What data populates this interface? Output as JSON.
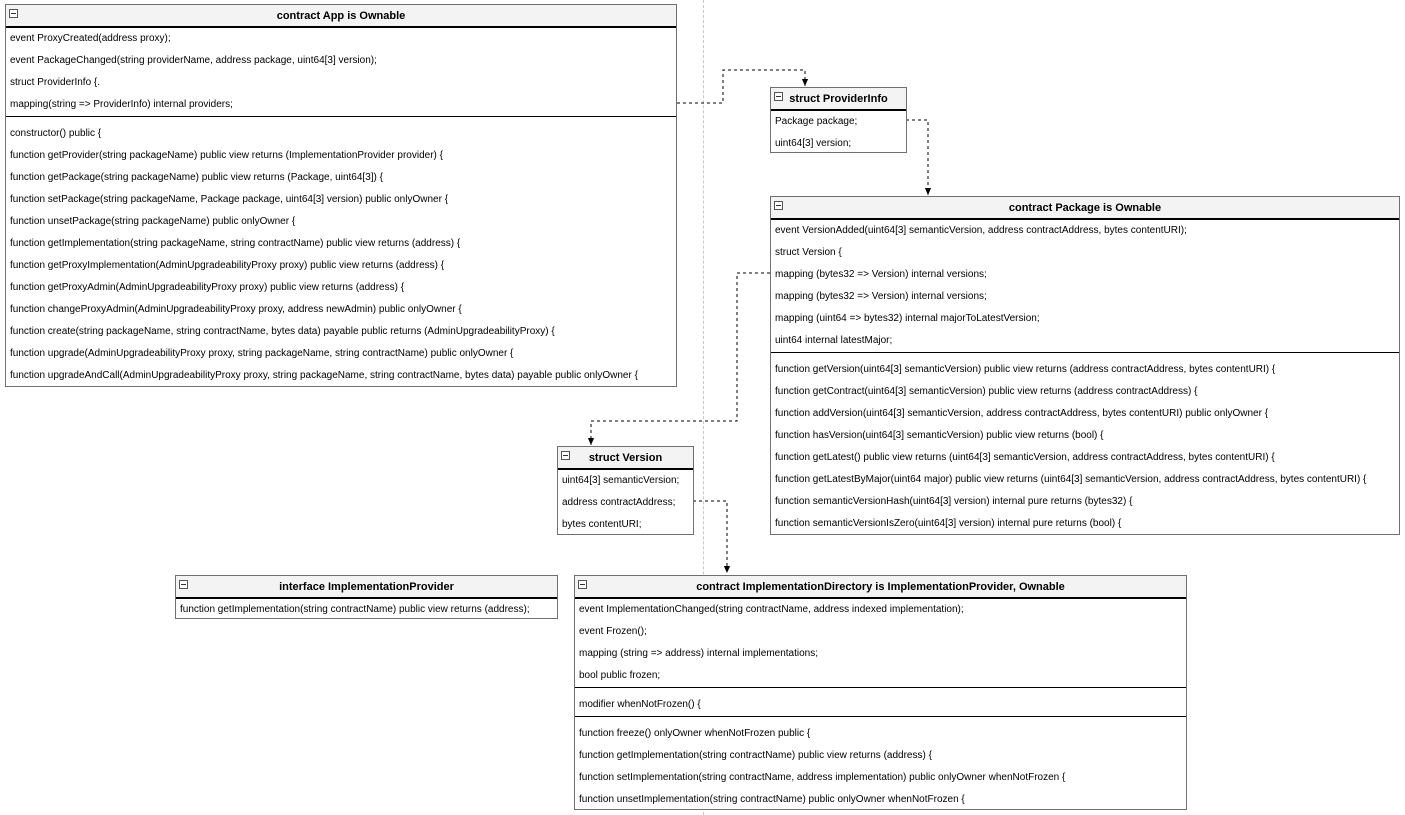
{
  "classes": [
    {
      "id": "app",
      "title": "contract App is Ownable",
      "sections": [
        [
          "event ProxyCreated(address proxy);",
          "event PackageChanged(string providerName, address package, uint64[3] version);",
          "struct ProviderInfo {.",
          "mapping(string => ProviderInfo) internal providers;"
        ],
        [
          "constructor() public {",
          "function getProvider(string packageName) public view returns (ImplementationProvider provider) {",
          "function getPackage(string packageName) public view returns (Package, uint64[3]) {",
          "function setPackage(string packageName, Package package, uint64[3] version) public onlyOwner {",
          "function unsetPackage(string packageName) public onlyOwner {",
          "function getImplementation(string packageName, string contractName) public view returns (address) {",
          "function getProxyImplementation(AdminUpgradeabilityProxy proxy) public view returns (address) {",
          "function getProxyAdmin(AdminUpgradeabilityProxy proxy) public view returns (address) {",
          "function changeProxyAdmin(AdminUpgradeabilityProxy proxy, address newAdmin) public onlyOwner {",
          "function create(string packageName, string contractName, bytes data) payable public returns (AdminUpgradeabilityProxy) {",
          "function upgrade(AdminUpgradeabilityProxy proxy, string packageName, string contractName) public onlyOwner {",
          "function upgradeAndCall(AdminUpgradeabilityProxy proxy, string packageName, string contractName, bytes data) payable public onlyOwner {"
        ]
      ]
    },
    {
      "id": "providerinfo",
      "title": "struct ProviderInfo",
      "sections": [
        [
          "Package package;",
          "uint64[3] version;"
        ]
      ]
    },
    {
      "id": "package",
      "title": "contract Package is Ownable",
      "sections": [
        [
          "event VersionAdded(uint64[3] semanticVersion, address contractAddress, bytes contentURI);",
          "struct Version {",
          "mapping (bytes32 => Version) internal versions;",
          "mapping (bytes32 => Version) internal versions;",
          "mapping (uint64 => bytes32) internal majorToLatestVersion;",
          "uint64 internal latestMajor;"
        ],
        [
          "function getVersion(uint64[3] semanticVersion) public view returns (address contractAddress, bytes contentURI) {",
          "function getContract(uint64[3] semanticVersion) public view returns (address contractAddress) {",
          "function addVersion(uint64[3] semanticVersion, address contractAddress, bytes contentURI) public onlyOwner {",
          "function hasVersion(uint64[3] semanticVersion) public view returns (bool) {",
          "function getLatest() public view returns (uint64[3] semanticVersion, address contractAddress, bytes contentURI) {",
          "function getLatestByMajor(uint64 major) public view returns (uint64[3] semanticVersion, address contractAddress, bytes contentURI) {",
          "function semanticVersionHash(uint64[3] version) internal pure returns (bytes32) {",
          "function semanticVersionIsZero(uint64[3] version) internal pure returns (bool) {"
        ]
      ]
    },
    {
      "id": "version",
      "title": "struct Version",
      "sections": [
        [
          "uint64[3] semanticVersion;",
          "address contractAddress;",
          "bytes contentURI;"
        ]
      ]
    },
    {
      "id": "implprovider",
      "title": "interface ImplementationProvider",
      "sections": [
        [
          "function getImplementation(string contractName) public view returns (address);"
        ]
      ]
    },
    {
      "id": "impldir",
      "title": "contract ImplementationDirectory is ImplementationProvider, Ownable",
      "sections": [
        [
          "event ImplementationChanged(string contractName, address indexed implementation);",
          "event Frozen();",
          "mapping (string => address) internal implementations;",
          "bool public frozen;"
        ],
        [
          "modifier whenNotFrozen() {"
        ],
        [
          "function freeze() onlyOwner whenNotFrozen public {",
          "function getImplementation(string contractName) public view returns (address) {",
          "function setImplementation(string contractName, address implementation) public onlyOwner whenNotFrozen {",
          "function unsetImplementation(string contractName) public onlyOwner whenNotFrozen {"
        ]
      ]
    }
  ]
}
